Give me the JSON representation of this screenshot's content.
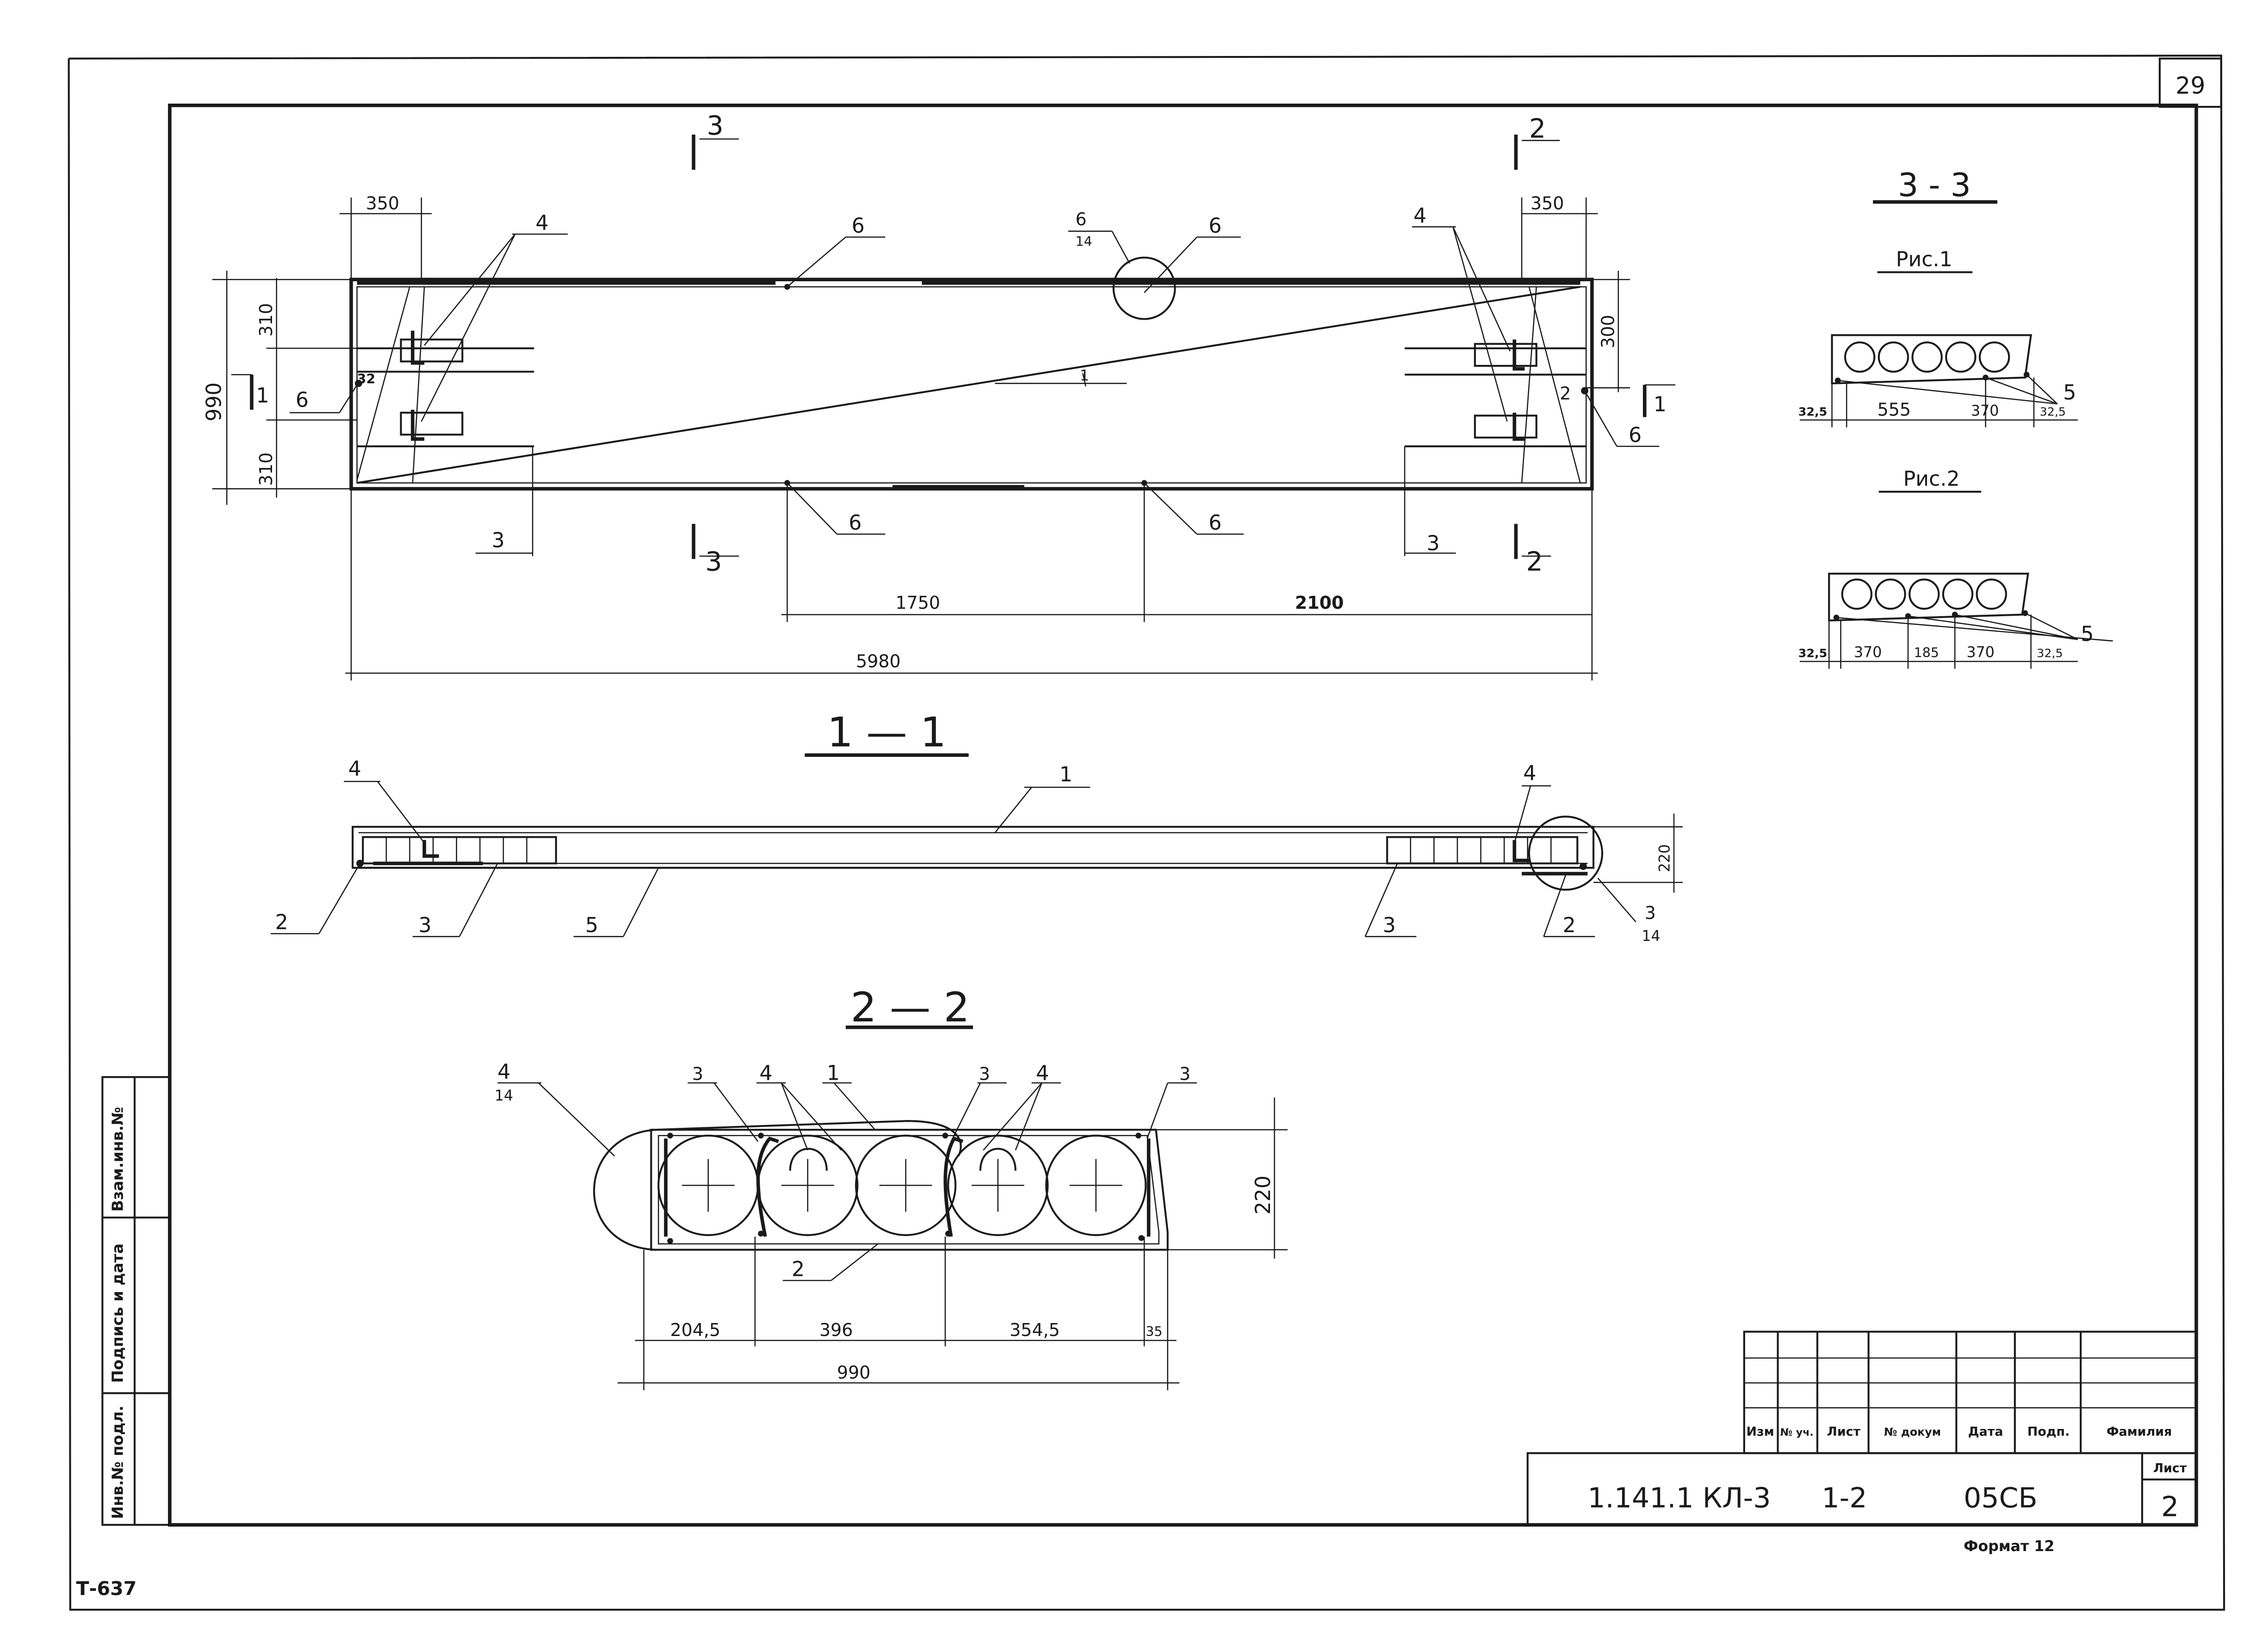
{
  "sheet": {
    "sheet_no": "29",
    "corner_code": "Т-637",
    "format_label": "Формат 12"
  },
  "side_stamp": {
    "inv_no_podl": "Инв.№ подл.",
    "podpis_data": "Подпись и дата",
    "vzam_inv": "Взам.инв.№"
  },
  "title_block": {
    "col_izm": "Изм",
    "col_no_uch": "№ уч.",
    "col_list": "Лист",
    "col_no_dokum": "№ докум",
    "col_data": "Дата",
    "col_podp": "Подп.",
    "col_familiya": "Фамилия",
    "doc_code": "1.141.1 КЛ-3",
    "issue": "1-2",
    "doc_type": "05СБ",
    "list_label": "Лист",
    "list_no": "2"
  },
  "plan": {
    "cut3_mark": "3",
    "cut2_mark": "2",
    "cut1_mark": "1",
    "pos1": "1",
    "pos2": "2",
    "pos3": "3",
    "pos4": "4",
    "pos6": "6",
    "bubble_num": "6",
    "bubble_den": "14",
    "dim_350": "350",
    "dim_310": "310",
    "dim_990": "990",
    "dim_300": "300",
    "dim_32": "32",
    "dim_1750": "1750",
    "dim_2100": "2100",
    "dim_5980": "5980"
  },
  "section_1_1": {
    "title": "1 — 1",
    "pos1": "1",
    "pos2": "2",
    "pos3": "3",
    "pos4": "4",
    "pos5": "5",
    "bubble_num": "3",
    "bubble_den": "14",
    "dim_220": "220"
  },
  "section_2_2": {
    "title": "2 — 2",
    "pos1": "1",
    "pos2": "2",
    "pos3": "3",
    "pos4": "4",
    "bubble_num": "4",
    "bubble_den": "14",
    "dim_220": "220",
    "dim_204_5": "204,5",
    "dim_396": "396",
    "dim_354_5": "354,5",
    "dim_35": "35",
    "dim_990": "990"
  },
  "section_3_3": {
    "title": "3 - 3",
    "fig1": "Рис.1",
    "fig2": "Рис.2",
    "pos5": "5",
    "fig1_dim_32_5a": "32,5",
    "fig1_dim_555": "555",
    "fig1_dim_370": "370",
    "fig1_dim_32_5b": "32,5",
    "fig2_dim_32_5a": "32,5",
    "fig2_dim_370a": "370",
    "fig2_dim_185": "185",
    "fig2_dim_370b": "370",
    "fig2_dim_32_5b": "32,5"
  }
}
